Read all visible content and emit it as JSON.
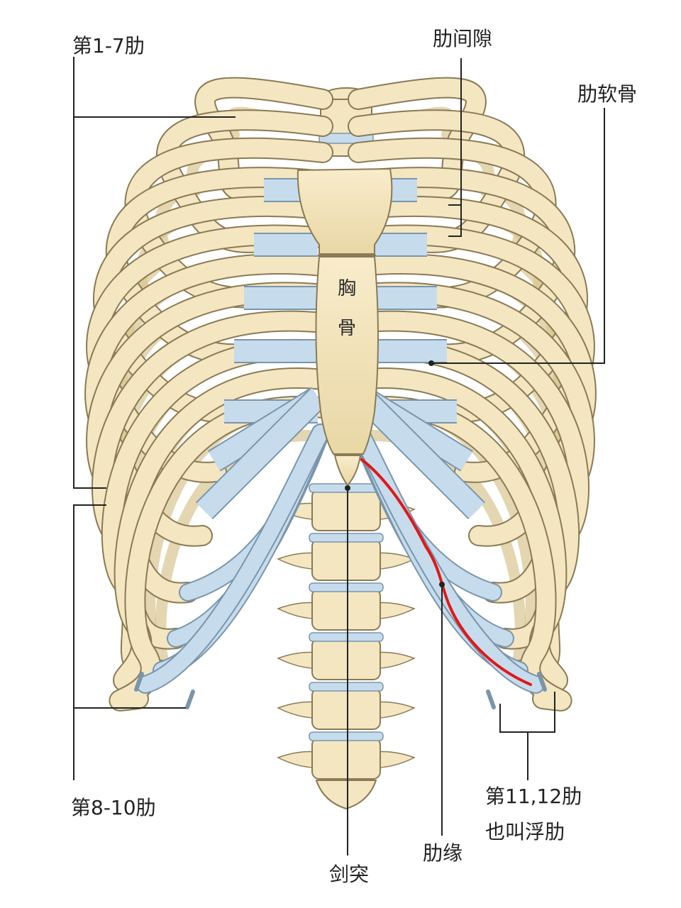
{
  "labels": {
    "true_ribs": "第1-7肋",
    "intercostal_space": "肋间隙",
    "costal_cartilage": "肋软骨",
    "sternum_char_1": "胸",
    "sternum_char_2": "骨",
    "false_ribs": "第8-10肋",
    "floating_ribs_line1": "第11,12肋",
    "floating_ribs_line2": "也叫浮肋",
    "costal_margin": "肋缘",
    "xiphoid_process": "剑突"
  },
  "colors": {
    "bone": "#f3e6c1",
    "bone_outline": "#8a7a55",
    "cartilage": "#c6dced",
    "cartilage_outline": "#7a95ab",
    "costal_margin_line": "#e01818",
    "leader_line": "#222222"
  }
}
